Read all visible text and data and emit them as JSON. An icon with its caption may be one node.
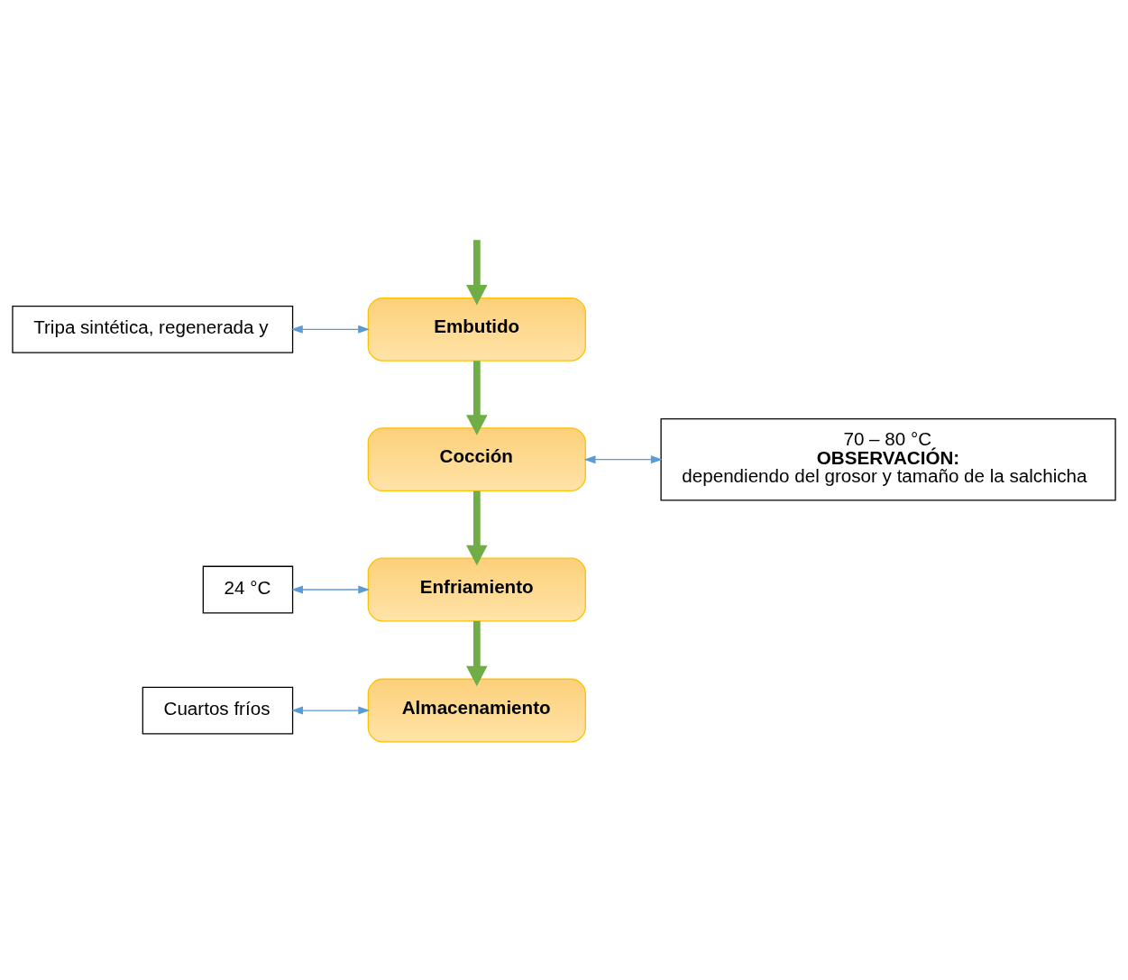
{
  "diagram": {
    "nodes": [
      {
        "text": [
          "Tripa sintética, regenerada y"
        ]
      },
      {
        "text": [
          "Embutido"
        ]
      },
      {
        "text": [
          "Cocción"
        ]
      },
      {
        "text": [
          "70 – 80 °C",
          "OBSERVACIÓN:",
          "dependiendo del grosor y tamaño de la salchicha"
        ]
      },
      {
        "text": [
          "24 °C"
        ]
      },
      {
        "text": [
          "Enfriamiento"
        ]
      },
      {
        "text": [
          "Cuartos fríos"
        ]
      },
      {
        "text": [
          "Almacenamiento"
        ]
      }
    ],
    "edges": [
      {
        "from": null,
        "to": 1,
        "arrow": "to",
        "style": "thick",
        "color": "#70ad47"
      },
      {
        "from": 0,
        "to": 1,
        "arrow": "both",
        "color": "#5b9bd5"
      },
      {
        "from": 1,
        "to": 2,
        "arrow": "to",
        "style": "thick",
        "color": "#70ad47"
      },
      {
        "from": 2,
        "to": 3,
        "arrow": "both",
        "color": "#5b9bd5"
      },
      {
        "from": 2,
        "to": 5,
        "arrow": "to",
        "style": "thick",
        "color": "#70ad47"
      },
      {
        "from": 4,
        "to": 5,
        "arrow": "both",
        "color": "#5b9bd5"
      },
      {
        "from": 5,
        "to": 7,
        "arrow": "to",
        "style": "thick",
        "color": "#70ad47"
      },
      {
        "from": 6,
        "to": 7,
        "arrow": "both",
        "color": "#5b9bd5"
      }
    ]
  }
}
